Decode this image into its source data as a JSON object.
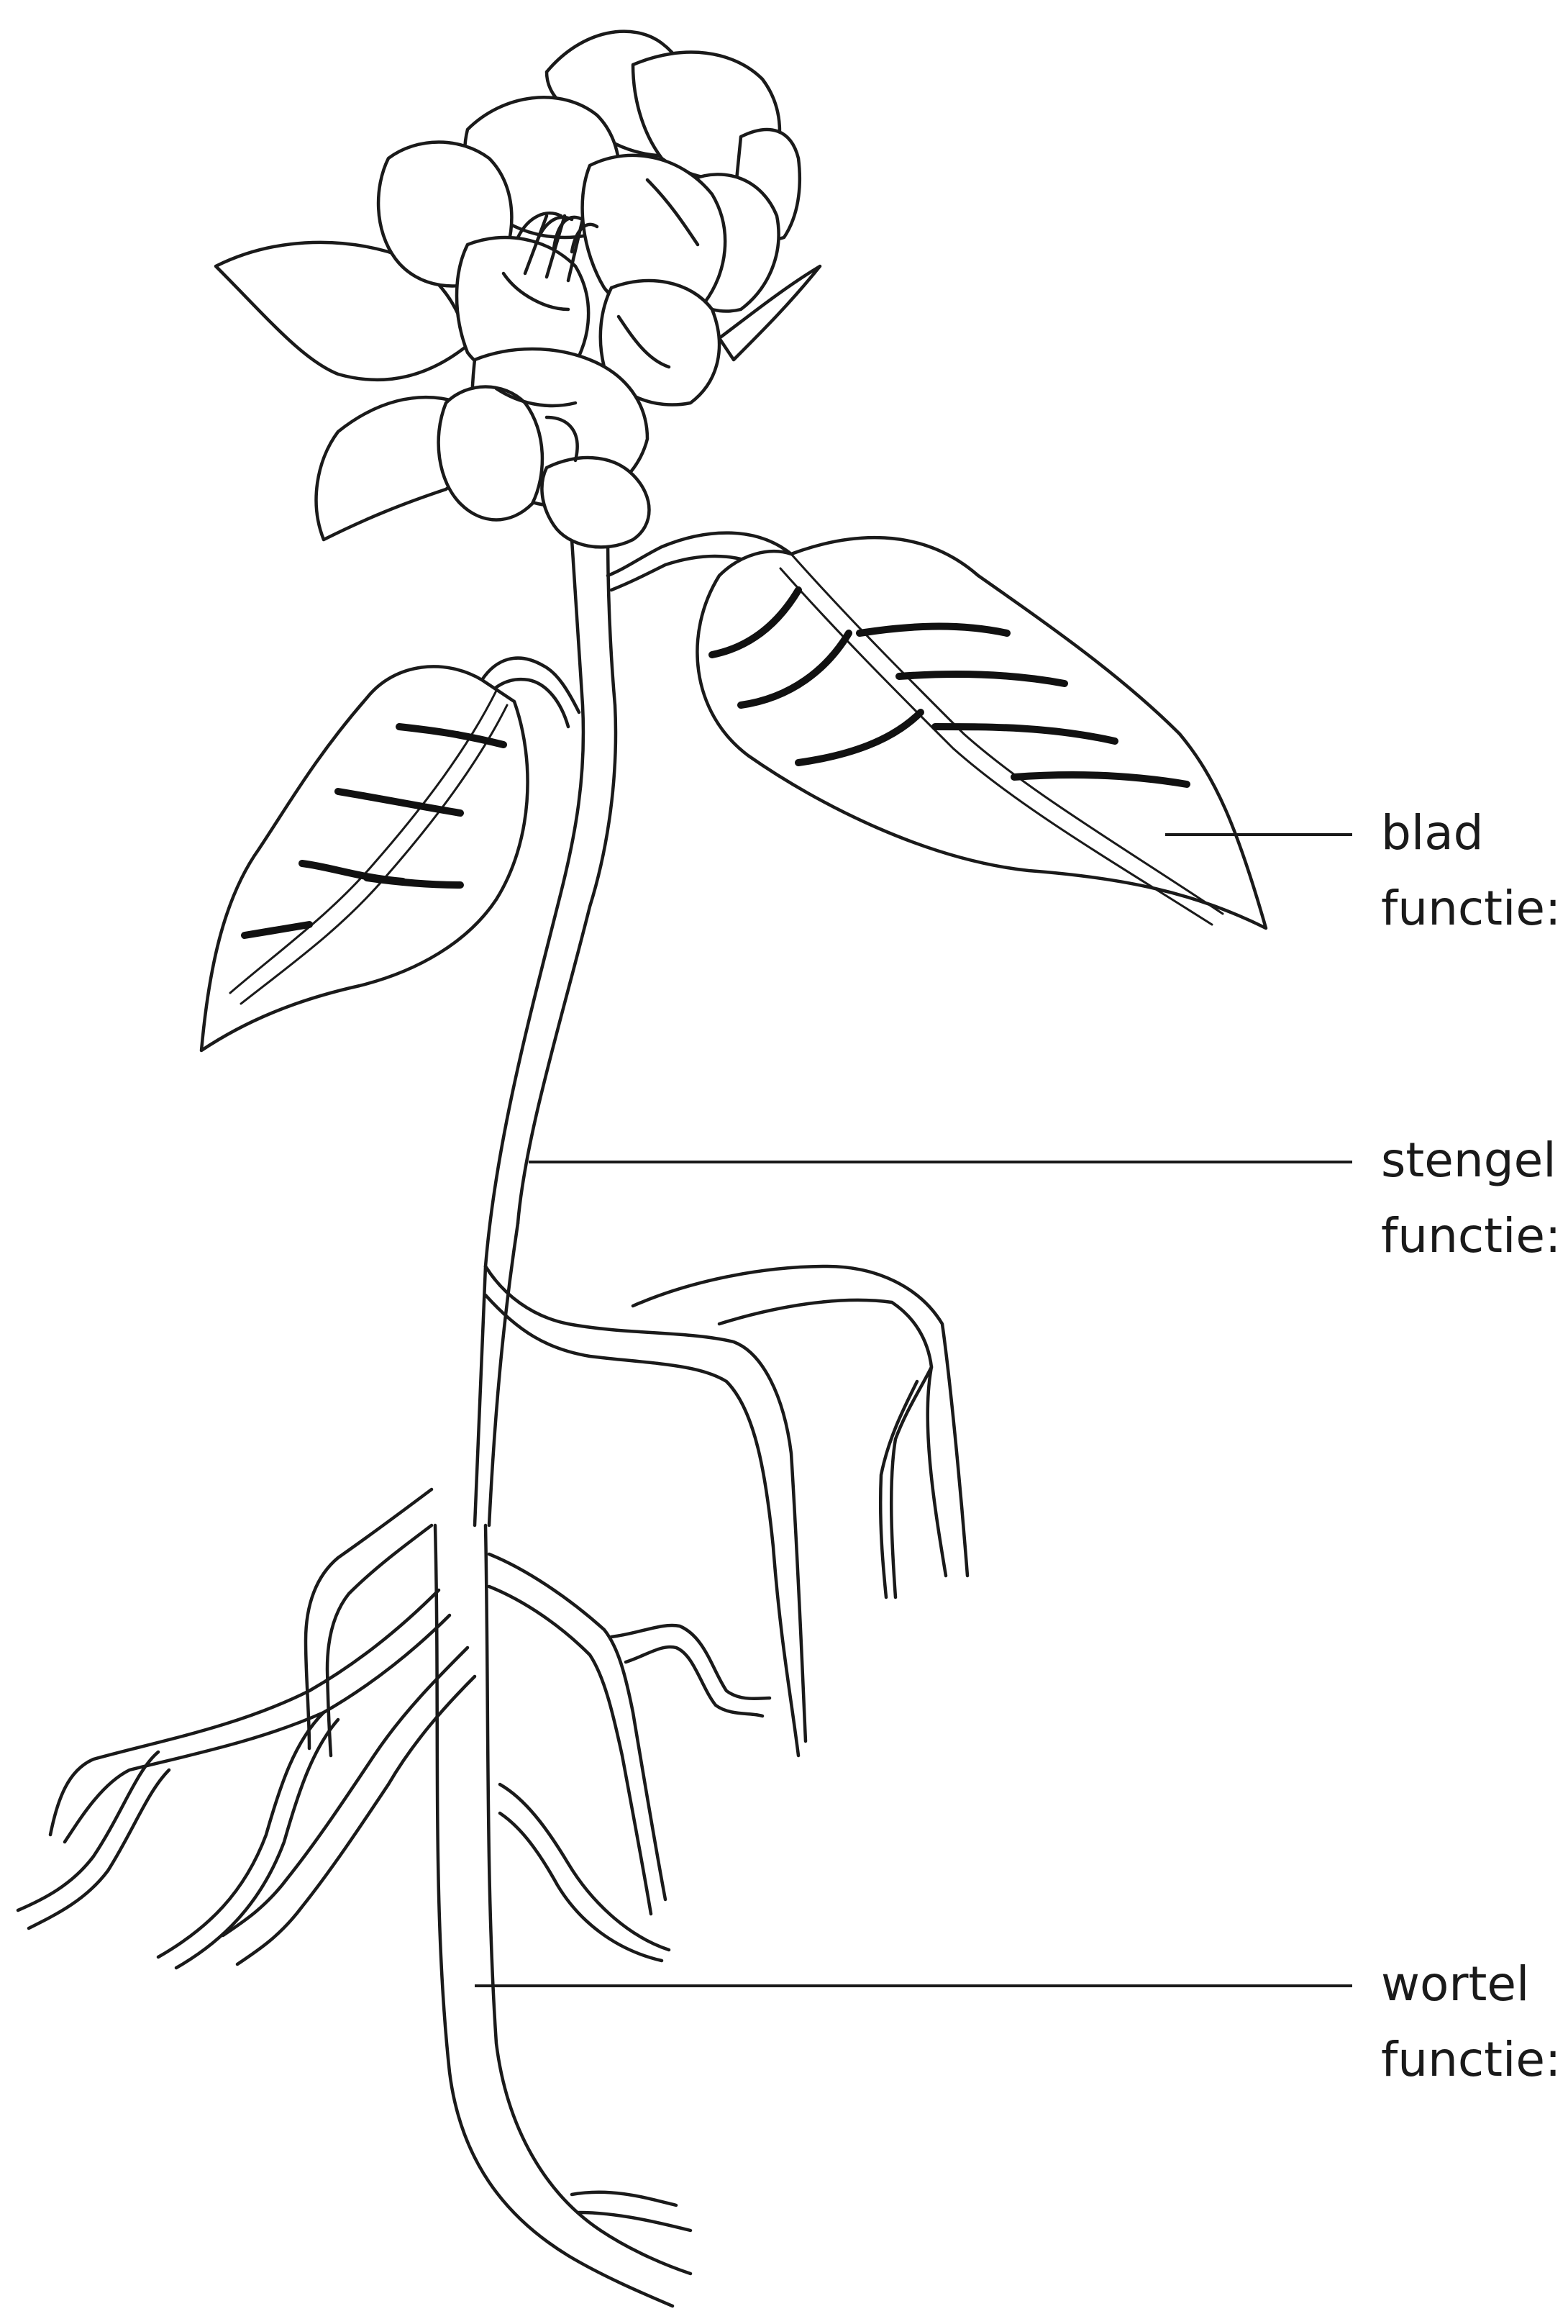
{
  "labels": [
    {
      "name": "blad",
      "sub": "functie:"
    },
    {
      "name": "stengel",
      "sub": "functie:"
    },
    {
      "name": "wortel",
      "sub": "functie:"
    }
  ]
}
